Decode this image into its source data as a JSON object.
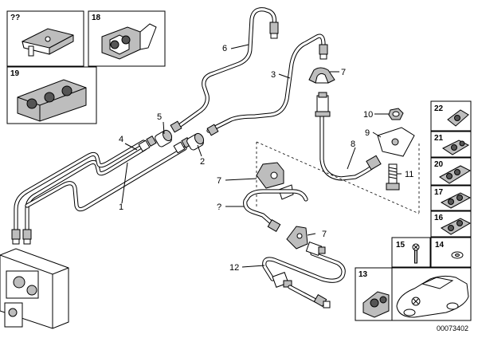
{
  "diagram_id": "00073402",
  "callouts": {
    "c1": "1",
    "c2": "2",
    "c3": "3",
    "c4": "4",
    "c5": "5",
    "c6": "6",
    "c7a": "7",
    "c7b": "7",
    "c7c": "7",
    "c8": "8",
    "c9": "9",
    "c10": "10",
    "c11": "11",
    "c12": "12",
    "cq": "?"
  },
  "boxes": {
    "b_qq": "??",
    "b18": "18",
    "b19": "19",
    "b22": "22",
    "b21": "21",
    "b20": "20",
    "b17": "17",
    "b16": "16",
    "b15": "15",
    "b14": "14",
    "b13": "13"
  }
}
